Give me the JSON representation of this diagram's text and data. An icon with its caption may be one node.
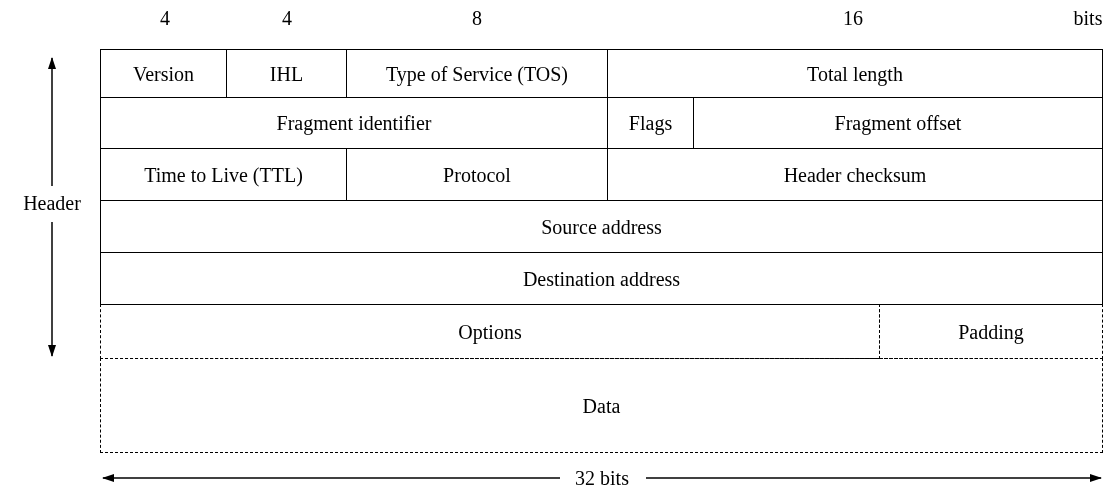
{
  "diagram": {
    "nodes": [
      {
        "text": [
          "Version"
        ]
      },
      {
        "text": [
          "IHL"
        ]
      },
      {
        "text": [
          "Type of Service (TOS)"
        ]
      },
      {
        "text": [
          "Total length"
        ]
      },
      {
        "text": [
          "Fragment identifier"
        ]
      },
      {
        "text": [
          "Flags"
        ]
      },
      {
        "text": [
          "Fragment offset"
        ]
      },
      {
        "text": [
          "Time to Live (TTL)"
        ]
      },
      {
        "text": [
          "Protocol"
        ]
      },
      {
        "text": [
          "Header checksum"
        ]
      },
      {
        "text": [
          "Source address"
        ]
      },
      {
        "text": [
          "Destination address"
        ]
      },
      {
        "text": [
          "Options"
        ]
      },
      {
        "text": [
          "Padding"
        ]
      },
      {
        "text": [
          "Data"
        ]
      }
    ],
    "labels": [
      "4",
      "4",
      "8",
      "16",
      "bits",
      "Header",
      "32 bits"
    ]
  }
}
